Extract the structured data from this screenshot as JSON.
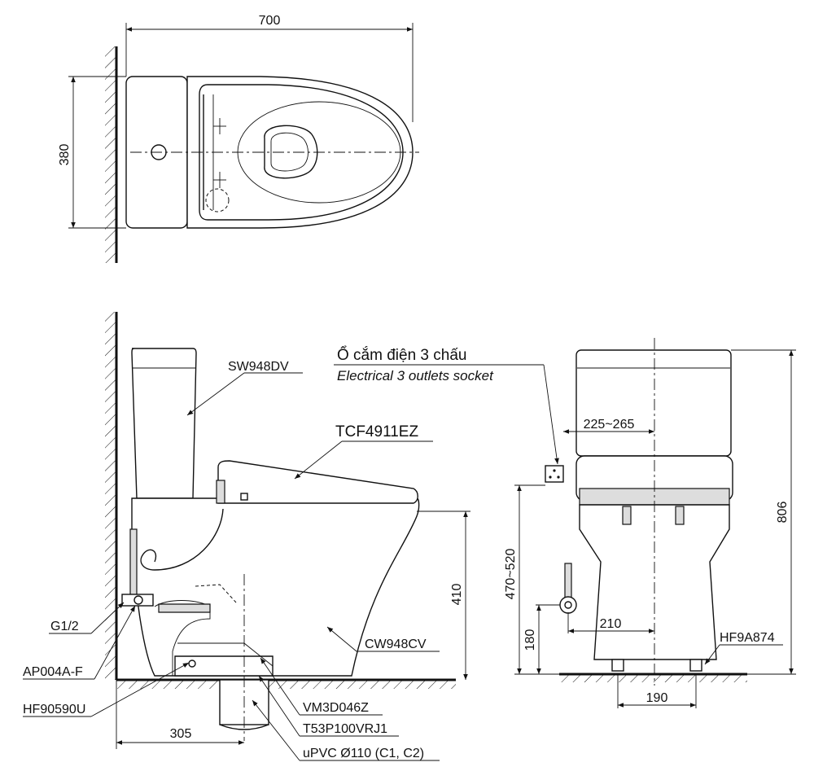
{
  "top_view": {
    "width_dim": "700",
    "depth_dim": "380"
  },
  "side_view": {
    "labels": {
      "tank": "SW948DV",
      "seat": "TCF4911EZ",
      "bowl": "CW948CV",
      "supply": "G1/2",
      "valve": "AP004A-F",
      "hose": "HF90590U",
      "flange1": "VM3D046Z",
      "flange2": "T53P100VRJ1",
      "pipe": "uPVC Ø110 (C1, C2)"
    },
    "dims": {
      "rough_in": "305",
      "seat_height": "410"
    }
  },
  "front_view": {
    "socket_vi": "Ổ cắm điện 3 chấu",
    "socket_en": "Electrical 3 outlets socket",
    "dims": {
      "socket_offset": "225~265",
      "socket_height": "470~520",
      "total_height": "806",
      "supply_offset": "210",
      "supply_height": "180",
      "foot_spacing": "190"
    },
    "labels": {
      "bolt": "HF9A874"
    }
  },
  "icons": [
    "wall-hatch",
    "floor-hatch",
    "electrical-socket-icon",
    "supply-valve-icon"
  ]
}
